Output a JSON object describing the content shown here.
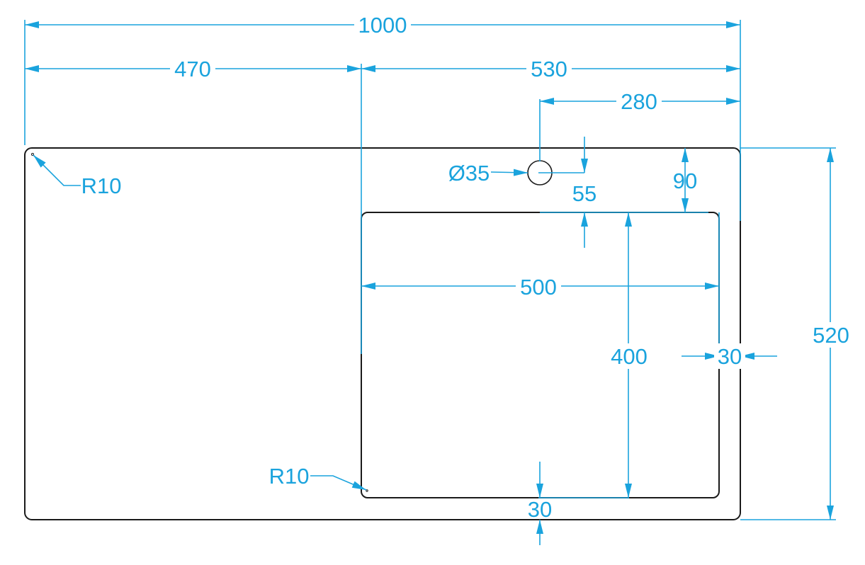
{
  "colors": {
    "outline": "#1a1a1a",
    "dimension": "#1aa3dd",
    "background": "#ffffff"
  },
  "dimensions": {
    "overall_width": "1000",
    "left_width": "470",
    "right_width": "530",
    "hole_offset": "280",
    "hole_diameter": "Ø35",
    "hole_to_basin": "55",
    "top_margin": "90",
    "basin_width": "500",
    "basin_depth": "400",
    "right_margin": "30",
    "bottom_margin": "30",
    "overall_depth": "520",
    "corner_radius_outer": "R10",
    "corner_radius_basin": "R10"
  }
}
